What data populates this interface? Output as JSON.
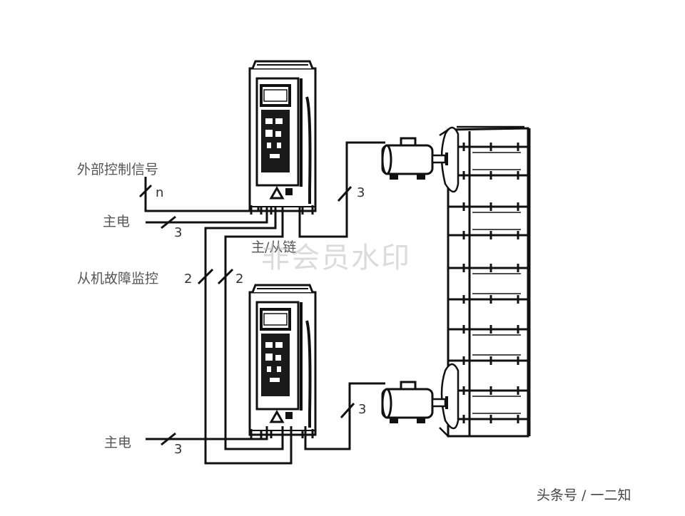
{
  "diagram": {
    "labels": {
      "external_signal": "外部控制信号",
      "n_marker": "n",
      "main_power_top": "主电",
      "main_power_top_count": "3",
      "master_slave_link": "主/从链",
      "slave_fault_monitor": "从机故障监控",
      "fault_count_left": "2",
      "fault_count_right": "2",
      "motor_top_count": "3",
      "main_power_bottom": "主电",
      "main_power_bottom_count": "3",
      "motor_bottom_count": "3"
    },
    "watermark": "非会员水印",
    "credit": "头条号 / 一二知"
  },
  "colors": {
    "line": "#111111",
    "label": "#555555",
    "watermark": "#bebebe"
  }
}
